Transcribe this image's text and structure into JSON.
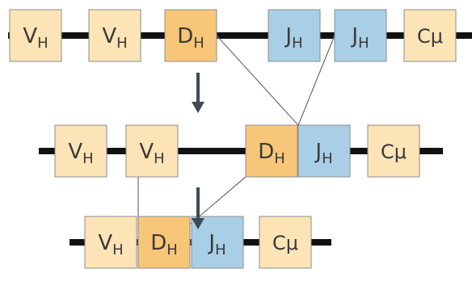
{
  "colors": {
    "v_fill": "#fde4b6",
    "d_fill": "#f8c679",
    "j_fill": "#a9cfe6",
    "c_fill": "#fde4b6",
    "stroke": "#8c8c8c",
    "chromosome": "#111111",
    "arrow": "#3e4b57",
    "connector": "#6d6d6d"
  },
  "rows": [
    {
      "segments": [
        {
          "type": "V",
          "main": "V",
          "sub": "H"
        },
        {
          "type": "V",
          "main": "V",
          "sub": "H"
        },
        {
          "type": "D",
          "main": "D",
          "sub": "H"
        },
        {
          "type": "J",
          "main": "J",
          "sub": "H"
        },
        {
          "type": "J",
          "main": "J",
          "sub": "H"
        },
        {
          "type": "C",
          "main": "Cμ",
          "sub": ""
        }
      ]
    },
    {
      "segments": [
        {
          "type": "V",
          "main": "V",
          "sub": "H"
        },
        {
          "type": "V",
          "main": "V",
          "sub": "H"
        },
        {
          "type": "D",
          "main": "D",
          "sub": "H"
        },
        {
          "type": "J",
          "main": "J",
          "sub": "H"
        },
        {
          "type": "C",
          "main": "Cμ",
          "sub": ""
        }
      ]
    },
    {
      "segments": [
        {
          "type": "V",
          "main": "V",
          "sub": "H"
        },
        {
          "type": "D",
          "main": "D",
          "sub": "H"
        },
        {
          "type": "J",
          "main": "J",
          "sub": "H"
        },
        {
          "type": "C",
          "main": "Cμ",
          "sub": ""
        }
      ]
    }
  ]
}
